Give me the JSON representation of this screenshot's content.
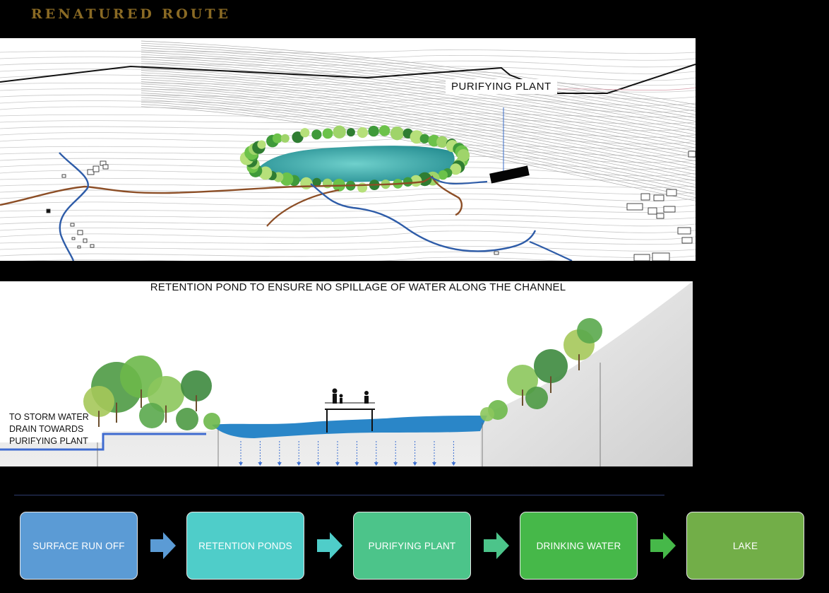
{
  "title": "RENATURED ROUTE",
  "map": {
    "label": "PURIFYING PLANT"
  },
  "section": {
    "caption": "RETENTION POND TO ENSURE NO SPILLAGE OF WATER ALONG THE CHANNEL",
    "storm_label": [
      "TO STORM WATER",
      "DRAIN TOWARDS",
      "PURIFYING PLANT"
    ]
  },
  "flow": {
    "steps": [
      {
        "label": "SURFACE RUN OFF",
        "color": "#5b9bd5"
      },
      {
        "label": "RETENTION PONDS",
        "color": "#4fcdc9"
      },
      {
        "label": "PURIFYING PLANT",
        "color": "#4cc48a"
      },
      {
        "label": "DRINKING WATER",
        "color": "#46b849"
      },
      {
        "label": "LAKE",
        "color": "#72ae48"
      }
    ]
  },
  "colors": {
    "title": "#8a6a24",
    "stream": "#2e5ca8",
    "path": "#8c4e26",
    "pond": "#3aa6a8",
    "channel_water": "#2a86c8",
    "tree": "#6db84a"
  }
}
